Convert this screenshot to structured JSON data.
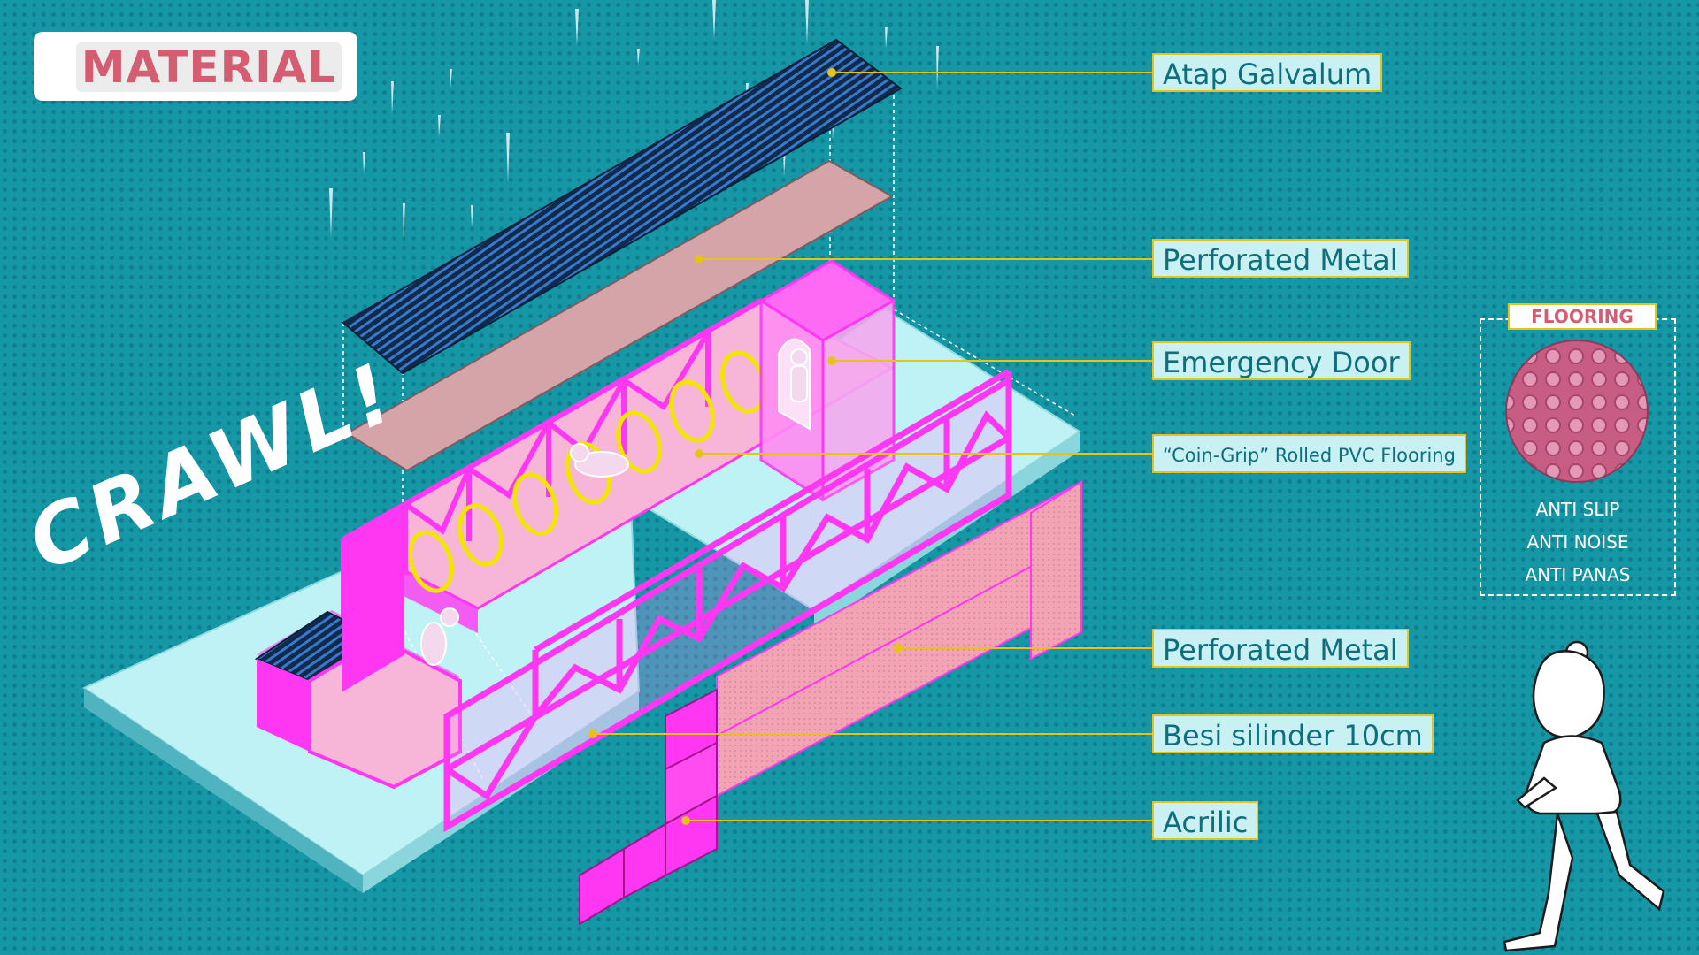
{
  "title": "MATERIAL",
  "crawl_text": "CRAWL!",
  "labels": {
    "roof": "Atap Galvalum",
    "perforated_top": "Perforated Metal",
    "emergency_door": "Emergency Door",
    "flooring": "“Coin-Grip” Rolled PVC Flooring",
    "perforated_side": "Perforated Metal",
    "besi": "Besi silinder 10cm",
    "acrilic": "Acrilic"
  },
  "flooring_panel": {
    "heading": "FLOORING",
    "features": [
      "ANTI SLIP",
      "ANTI NOISE",
      "ANTI PANAS"
    ]
  },
  "colors": {
    "background": "#1597a6",
    "magenta": "#ff36f2",
    "label_fill": "#c9f1f4",
    "label_border": "#e8c21a",
    "accent_pink": "#d45d72",
    "roof_blue": "#143a66",
    "ice": "#c6f4f6"
  }
}
